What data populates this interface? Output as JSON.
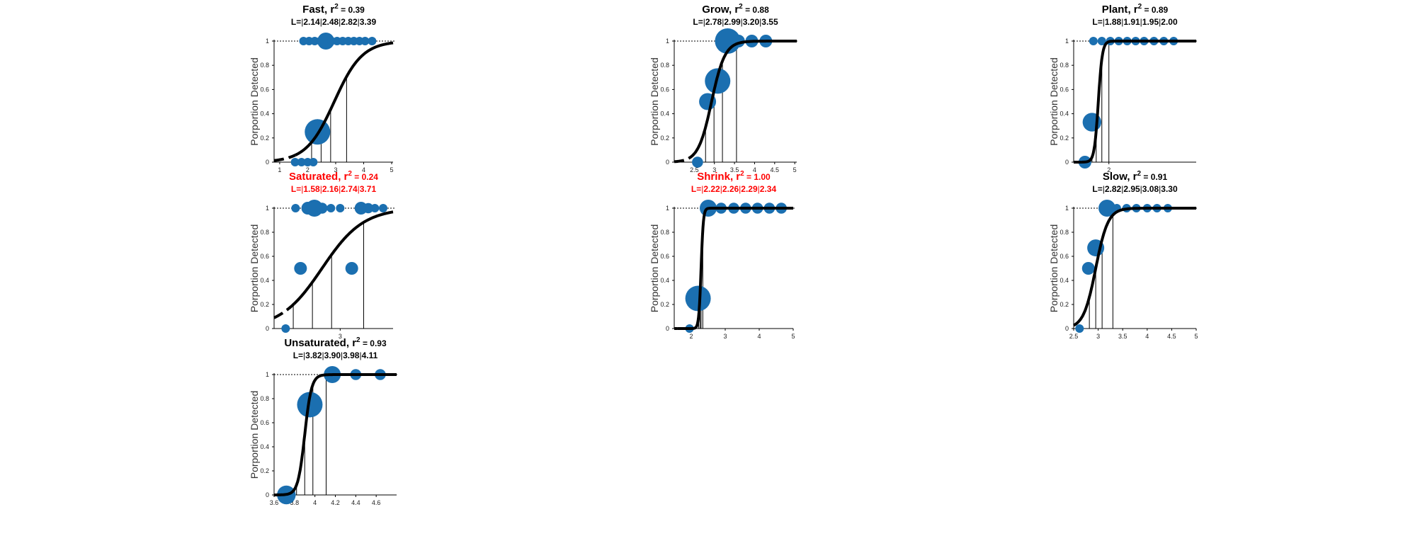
{
  "colors": {
    "point": "#1b6fb0",
    "curve": "#000000",
    "highlight": "#ff0000",
    "text": "#000000"
  },
  "chart_data": [
    {
      "type": "scatter",
      "title_word": "Fast",
      "r2": "0.39",
      "l_label": "L=",
      "l_values": [
        "2.14",
        "2.48",
        "2.82",
        "3.39"
      ],
      "highlight": false,
      "ylabel": "Porportion Detected",
      "xlim": [
        0.8,
        5.05
      ],
      "ylim": [
        0,
        1
      ],
      "xticks": [
        1,
        2,
        3,
        4,
        5
      ],
      "yticks": [
        0,
        0.2,
        0.4,
        0.6,
        0.8,
        1
      ],
      "curve": {
        "midpoint": 2.95,
        "slope": 2.0,
        "dashed_below": 1.55
      },
      "points": [
        {
          "x": 1.55,
          "y": 0,
          "size": 1
        },
        {
          "x": 1.78,
          "y": 0,
          "size": 1
        },
        {
          "x": 2.0,
          "y": 0,
          "size": 1
        },
        {
          "x": 2.2,
          "y": 0,
          "size": 1
        },
        {
          "x": 2.35,
          "y": 0.25,
          "size": 3
        },
        {
          "x": 1.85,
          "y": 1,
          "size": 1
        },
        {
          "x": 2.05,
          "y": 1,
          "size": 1
        },
        {
          "x": 2.25,
          "y": 1,
          "size": 1
        },
        {
          "x": 2.45,
          "y": 1,
          "size": 1
        },
        {
          "x": 2.65,
          "y": 1,
          "size": 2
        },
        {
          "x": 2.85,
          "y": 1,
          "size": 1
        },
        {
          "x": 3.05,
          "y": 1,
          "size": 1
        },
        {
          "x": 3.25,
          "y": 1,
          "size": 1
        },
        {
          "x": 3.45,
          "y": 1,
          "size": 1
        },
        {
          "x": 3.65,
          "y": 1,
          "size": 1
        },
        {
          "x": 3.85,
          "y": 1,
          "size": 1
        },
        {
          "x": 4.05,
          "y": 1,
          "size": 1
        },
        {
          "x": 4.3,
          "y": 1,
          "size": 1
        }
      ]
    },
    {
      "type": "scatter",
      "title_word": "Grow",
      "r2": "0.88",
      "l_label": "L=",
      "l_values": [
        "2.78",
        "2.99",
        "3.20",
        "3.55"
      ],
      "highlight": false,
      "ylabel": "Porportion Detected",
      "xlim": [
        2.0,
        5.05
      ],
      "ylim": [
        0,
        1
      ],
      "xticks": [
        2.5,
        3,
        3.5,
        4,
        4.5,
        5
      ],
      "yticks": [
        0,
        0.2,
        0.4,
        0.6,
        0.8,
        1
      ],
      "curve": {
        "midpoint": 2.93,
        "slope": 6.0,
        "dashed_below": 2.5
      },
      "points": [
        {
          "x": 2.58,
          "y": 0,
          "size": 1.3
        },
        {
          "x": 2.83,
          "y": 0.5,
          "size": 2
        },
        {
          "x": 3.08,
          "y": 0.67,
          "size": 3
        },
        {
          "x": 3.33,
          "y": 1,
          "size": 3
        },
        {
          "x": 3.6,
          "y": 1,
          "size": 1.5
        },
        {
          "x": 3.93,
          "y": 1,
          "size": 1.5
        },
        {
          "x": 4.28,
          "y": 1,
          "size": 1.5
        }
      ]
    },
    {
      "type": "scatter",
      "title_word": "Plant",
      "r2": "0.89",
      "l_label": "L=",
      "l_values": [
        "1.88",
        "1.91",
        "1.95",
        "2.00"
      ],
      "highlight": false,
      "ylabel": "Porportion Detected",
      "xlim": [
        1.75,
        2.62
      ],
      "ylim": [
        0,
        1
      ],
      "xticks": [
        2
      ],
      "yticks": [
        0,
        0.2,
        0.4,
        0.6,
        0.8,
        1
      ],
      "curve": {
        "midpoint": 1.925,
        "slope": 70.0,
        "dashed_below": 1.8
      },
      "points": [
        {
          "x": 1.83,
          "y": 0,
          "size": 1.5
        },
        {
          "x": 1.88,
          "y": 0.33,
          "size": 2.2
        },
        {
          "x": 1.89,
          "y": 1,
          "size": 1
        },
        {
          "x": 1.95,
          "y": 1,
          "size": 1
        },
        {
          "x": 2.01,
          "y": 1,
          "size": 1
        },
        {
          "x": 2.07,
          "y": 1,
          "size": 1
        },
        {
          "x": 2.13,
          "y": 1,
          "size": 1
        },
        {
          "x": 2.19,
          "y": 1,
          "size": 1
        },
        {
          "x": 2.25,
          "y": 1,
          "size": 1
        },
        {
          "x": 2.32,
          "y": 1,
          "size": 1
        },
        {
          "x": 2.39,
          "y": 1,
          "size": 1
        },
        {
          "x": 2.46,
          "y": 1,
          "size": 1
        }
      ]
    },
    {
      "type": "scatter",
      "title_word": "Saturated",
      "r2": "0.24",
      "l_label": "L=",
      "l_values": [
        "1.58",
        "2.16",
        "2.74",
        "3.71"
      ],
      "highlight": true,
      "ylabel": "Porportion Detected",
      "xlim": [
        1.0,
        4.6
      ],
      "ylim": [
        0,
        1
      ],
      "xticks": [
        3
      ],
      "yticks": [
        0,
        0.2,
        0.4,
        0.6,
        0.8,
        1
      ],
      "curve": {
        "midpoint": 2.45,
        "slope": 1.6,
        "dashed_below": 1.6
      },
      "points": [
        {
          "x": 1.35,
          "y": 0,
          "size": 1
        },
        {
          "x": 1.8,
          "y": 0.5,
          "size": 1.5
        },
        {
          "x": 3.35,
          "y": 0.5,
          "size": 1.5
        },
        {
          "x": 1.65,
          "y": 1,
          "size": 1
        },
        {
          "x": 2.02,
          "y": 1,
          "size": 1.5
        },
        {
          "x": 2.22,
          "y": 1,
          "size": 2
        },
        {
          "x": 2.45,
          "y": 1,
          "size": 1.3
        },
        {
          "x": 2.72,
          "y": 1,
          "size": 1
        },
        {
          "x": 3.0,
          "y": 1,
          "size": 1
        },
        {
          "x": 3.63,
          "y": 1,
          "size": 1.5
        },
        {
          "x": 3.85,
          "y": 1,
          "size": 1.2
        },
        {
          "x": 4.05,
          "y": 1,
          "size": 1
        },
        {
          "x": 4.3,
          "y": 1,
          "size": 1
        }
      ]
    },
    {
      "type": "scatter",
      "title_word": "Shrink",
      "r2": "1.00",
      "l_label": "L=",
      "l_values": [
        "2.22",
        "2.26",
        "2.29",
        "2.34"
      ],
      "highlight": true,
      "ylabel": "Porportion Detected",
      "xlim": [
        1.5,
        5.0
      ],
      "ylim": [
        0,
        1
      ],
      "xticks": [
        2,
        3,
        4,
        5
      ],
      "yticks": [
        0,
        0.2,
        0.4,
        0.6,
        0.8,
        1
      ],
      "curve": {
        "midpoint": 2.29,
        "slope": 30.0,
        "dashed_below": 1.6
      },
      "points": [
        {
          "x": 1.95,
          "y": 0,
          "size": 1
        },
        {
          "x": 2.2,
          "y": 0.25,
          "size": 3
        },
        {
          "x": 2.5,
          "y": 1,
          "size": 2
        },
        {
          "x": 2.88,
          "y": 1,
          "size": 1.3
        },
        {
          "x": 3.25,
          "y": 1,
          "size": 1.3
        },
        {
          "x": 3.6,
          "y": 1,
          "size": 1.3
        },
        {
          "x": 3.95,
          "y": 1,
          "size": 1.3
        },
        {
          "x": 4.3,
          "y": 1,
          "size": 1.3
        },
        {
          "x": 4.65,
          "y": 1,
          "size": 1.3
        }
      ]
    },
    {
      "type": "scatter",
      "title_word": "Slow",
      "r2": "0.91",
      "l_label": "L=",
      "l_values": [
        "2.82",
        "2.95",
        "3.08",
        "3.30"
      ],
      "highlight": false,
      "ylabel": "Porportion Detected",
      "xlim": [
        2.5,
        5.0
      ],
      "ylim": [
        0,
        1
      ],
      "xticks": [
        2.5,
        3,
        3.5,
        4,
        4.5,
        5
      ],
      "yticks": [
        0,
        0.2,
        0.4,
        0.6,
        0.8,
        1
      ],
      "curve": {
        "midpoint": 2.95,
        "slope": 8.0,
        "dashed_below": 2.6
      },
      "points": [
        {
          "x": 2.62,
          "y": 0,
          "size": 1
        },
        {
          "x": 2.8,
          "y": 0.5,
          "size": 1.5
        },
        {
          "x": 2.95,
          "y": 0.67,
          "size": 2
        },
        {
          "x": 3.18,
          "y": 1,
          "size": 2
        },
        {
          "x": 3.38,
          "y": 1,
          "size": 1
        },
        {
          "x": 3.58,
          "y": 1,
          "size": 1
        },
        {
          "x": 3.78,
          "y": 1,
          "size": 1
        },
        {
          "x": 4.0,
          "y": 1,
          "size": 1
        },
        {
          "x": 4.2,
          "y": 1,
          "size": 1
        },
        {
          "x": 4.42,
          "y": 1,
          "size": 1
        }
      ]
    },
    {
      "type": "scatter",
      "title_word": "Unsaturated",
      "r2": "0.93",
      "l_label": "L=",
      "l_values": [
        "3.82",
        "3.90",
        "3.98",
        "4.11"
      ],
      "highlight": false,
      "ylabel": "Porportion Detected",
      "xlim": [
        3.6,
        4.8
      ],
      "ylim": [
        0,
        1
      ],
      "xticks": [
        3.6,
        3.8,
        4,
        4.2,
        4.4,
        4.6
      ],
      "yticks": [
        0,
        0.2,
        0.4,
        0.6,
        0.8,
        1
      ],
      "curve": {
        "midpoint": 3.9,
        "slope": 30.0,
        "dashed_below": 3.62
      },
      "points": [
        {
          "x": 3.72,
          "y": 0,
          "size": 2.2
        },
        {
          "x": 3.95,
          "y": 0.75,
          "size": 3
        },
        {
          "x": 4.17,
          "y": 1,
          "size": 2
        },
        {
          "x": 4.4,
          "y": 1,
          "size": 1.3
        },
        {
          "x": 4.64,
          "y": 1,
          "size": 1.3
        }
      ]
    }
  ]
}
